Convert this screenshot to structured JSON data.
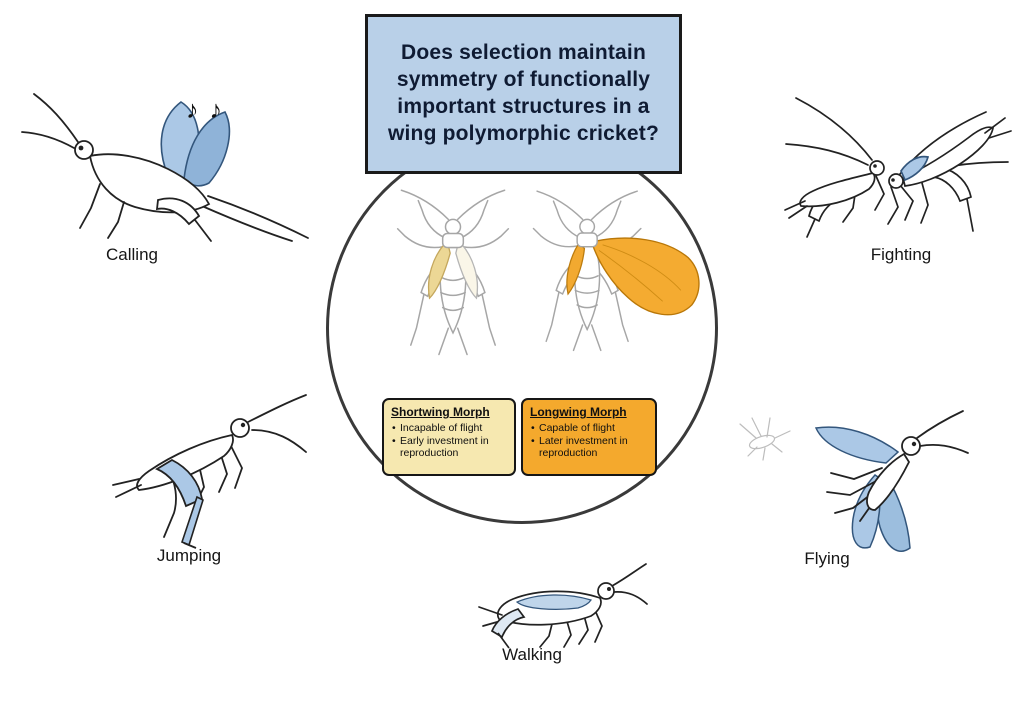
{
  "title": "Does selection maintain symmetry of functionally important structures in a wing polymorphic cricket?",
  "behaviors": {
    "calling": "Calling",
    "fighting": "Fighting",
    "jumping": "Jumping",
    "flying": "Flying",
    "walking": "Walking"
  },
  "morphs": {
    "shortwing": {
      "title": "Shortwing Morph",
      "bullets": [
        "Incapable of flight",
        "Early investment in reproduction"
      ]
    },
    "longwing": {
      "title": "Longwing Morph",
      "bullets": [
        "Capable of flight",
        "Later investment in reproduction"
      ]
    }
  },
  "icons": {
    "music_notes": "♪ ♪"
  },
  "colors": {
    "title_box_blue": "#b9d0e8",
    "wing_blue": "#abc8e6",
    "shortwing_box_tan": "#f6e8b0",
    "longwing_box_orange": "#f4a92d",
    "shortwing_wing_tan": "#ecd795",
    "longwing_wing_orange": "#f4ab31"
  }
}
